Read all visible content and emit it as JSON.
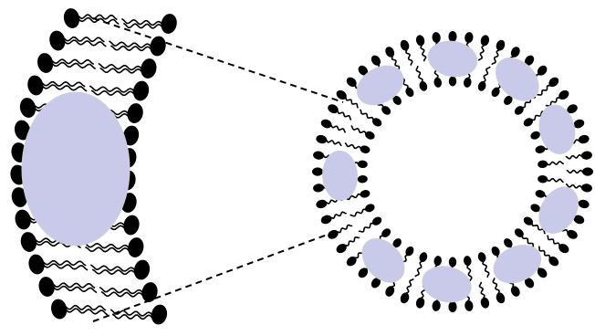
{
  "colors": {
    "protein_fill": "#c9cae9",
    "lipid": "#000000",
    "background": "#ffffff"
  },
  "components": {
    "membrane_patch": "lipid-bilayer-with-embedded-protein",
    "vesicle": "liposome-with-embedded-proteins",
    "connector": "dashed-zoom-lines"
  }
}
